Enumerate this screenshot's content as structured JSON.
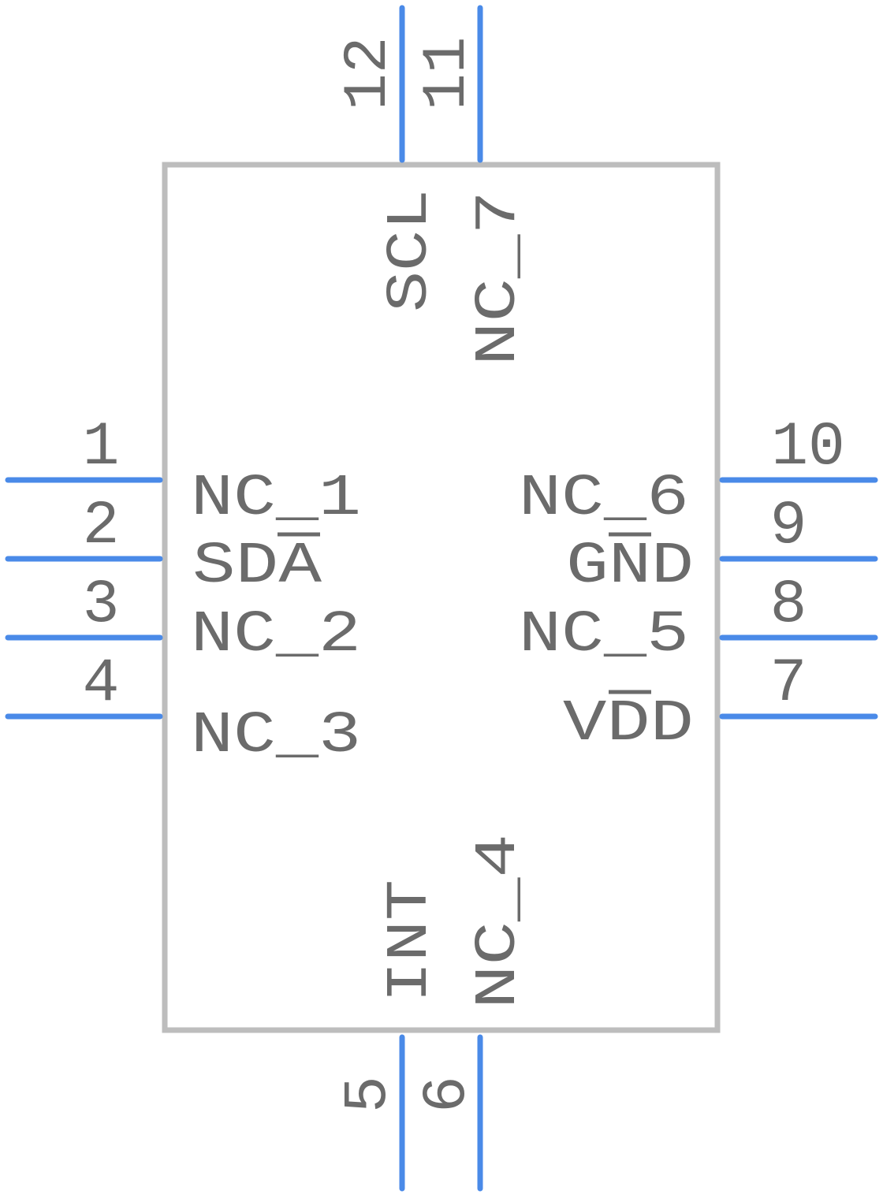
{
  "component": {
    "colors": {
      "body": "#bdbdbd",
      "pin": "#4a8ae8",
      "text": "#6b6b6b"
    },
    "pins": {
      "p1": {
        "number": "1",
        "name": "NC_1"
      },
      "p2": {
        "number": "2",
        "name": "SDA"
      },
      "p3": {
        "number": "3",
        "name": "NC_2"
      },
      "p4": {
        "number": "4",
        "name": "NC_3"
      },
      "p5": {
        "number": "5",
        "name": "INT"
      },
      "p6": {
        "number": "6",
        "name": "NC_4"
      },
      "p7": {
        "number": "7",
        "name": "VDD"
      },
      "p8": {
        "number": "8",
        "name": "NC_5"
      },
      "p9": {
        "number": "9",
        "name": "GND"
      },
      "p10": {
        "number": "10",
        "name": "NC_6"
      },
      "p11": {
        "number": "11",
        "name": "NC_7"
      },
      "p12": {
        "number": "12",
        "name": "SCL"
      }
    }
  }
}
